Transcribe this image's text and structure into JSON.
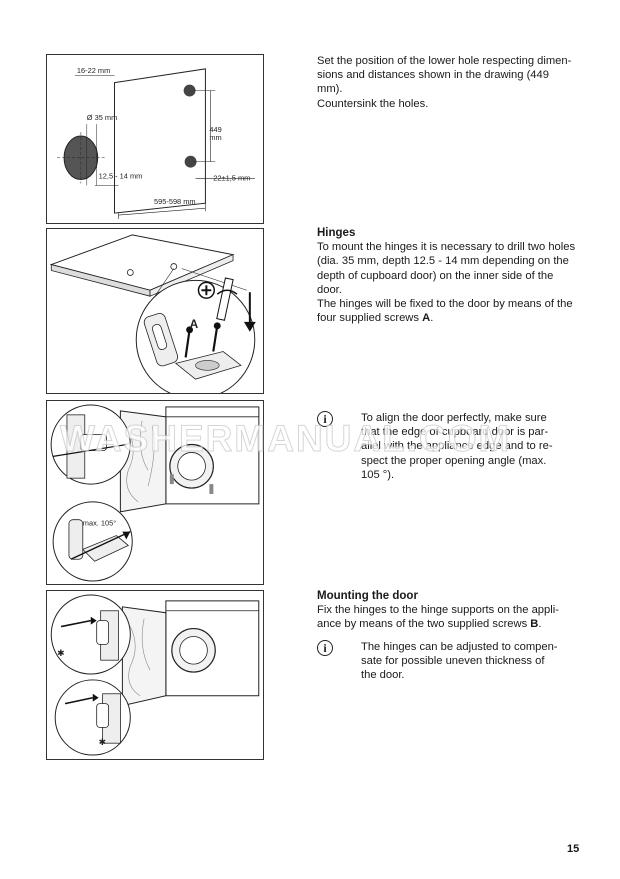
{
  "figure1": {
    "labels": {
      "top_offset": "16-22 mm",
      "hole_diameter": "Ø 35 mm",
      "hole_spacing_value": "449",
      "hole_spacing_unit": "mm",
      "depth": "12,5 - 14 mm",
      "edge_offset": "22±1,5 mm",
      "door_width": "595-598 mm"
    }
  },
  "figure2": {
    "labels": {
      "screw_marker": "A"
    }
  },
  "figure3": {
    "labels": {
      "angle": "max. 105°"
    }
  },
  "section1": {
    "lines": [
      "Set the position of the lower hole respecting dimen-",
      "sions and distances shown in the drawing (449",
      "mm).",
      "Countersink the holes."
    ]
  },
  "section2": {
    "heading": "Hinges",
    "lines": [
      "To mount the hinges it is necessary to drill two holes",
      "(dia. 35 mm, depth 12.5 - 14 mm depending on the",
      "depth of cupboard door) on the inner side of the",
      "door.",
      "The hinges will be fixed to the door by means of the"
    ],
    "last_line_prefix": "four supplied screws ",
    "last_line_bold": "A",
    "last_line_suffix": "."
  },
  "note1": {
    "lines": [
      "To align the door perfectly, make sure",
      "that the edge of cupboard door is par-",
      "allel with the appliance edge and to re-",
      "spect the proper opening angle (max.",
      "105 °)."
    ]
  },
  "section4": {
    "heading": "Mounting the door",
    "line1": "Fix the hinges to the hinge supports on the appli-",
    "line2_prefix": "ance by means of the two supplied screws ",
    "line2_bold": "B",
    "line2_suffix": "."
  },
  "note2": {
    "lines": [
      "The hinges can be adjusted to compen-",
      "sate for possible uneven thickness of",
      "the door."
    ]
  },
  "info_icon": "i",
  "watermark": "WASHERMANUAL.COM",
  "page_number": "15"
}
